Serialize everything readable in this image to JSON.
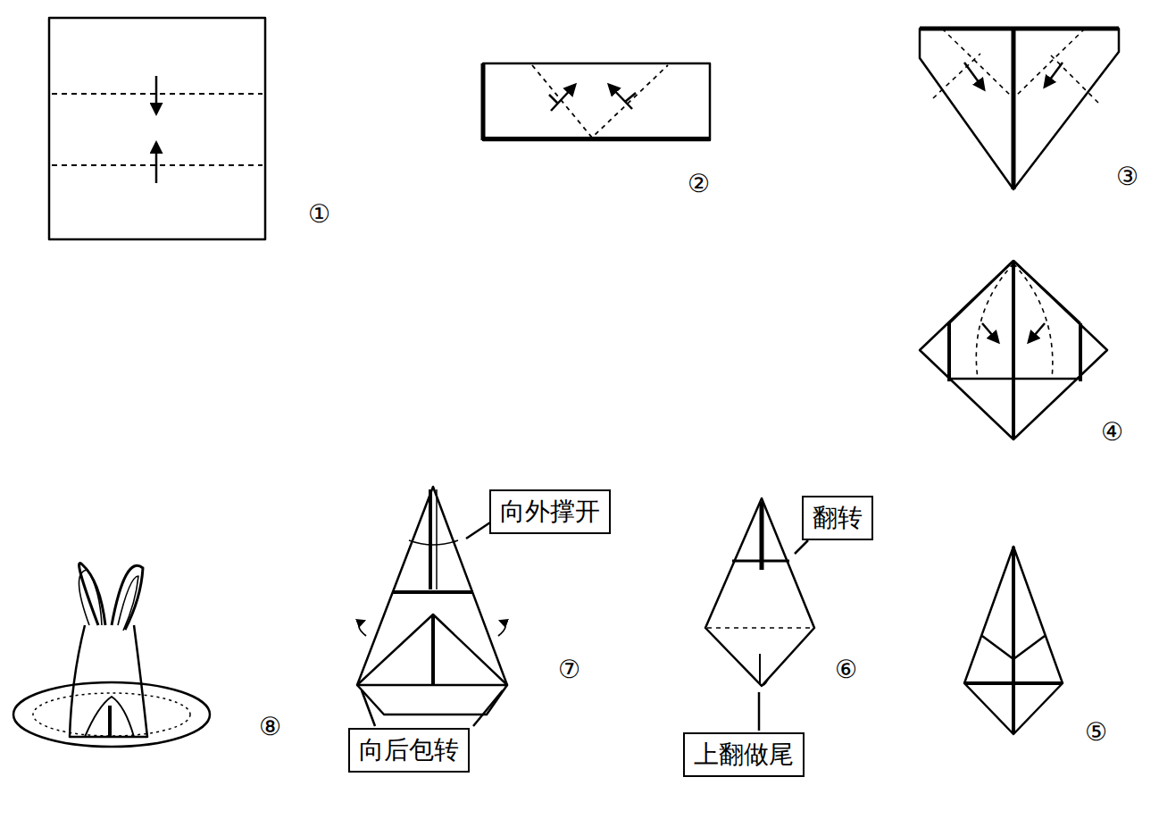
{
  "diagram": {
    "nodes": [
      {
        "text": [
          "向外撑开"
        ]
      },
      {
        "text": [
          "翻转"
        ]
      },
      {
        "text": [
          "上翻做尾"
        ]
      },
      {
        "text": [
          "向后包转"
        ]
      }
    ],
    "labels": [
      "①",
      "②",
      "③",
      "④",
      "⑤",
      "⑥",
      "⑦",
      "⑧"
    ]
  }
}
